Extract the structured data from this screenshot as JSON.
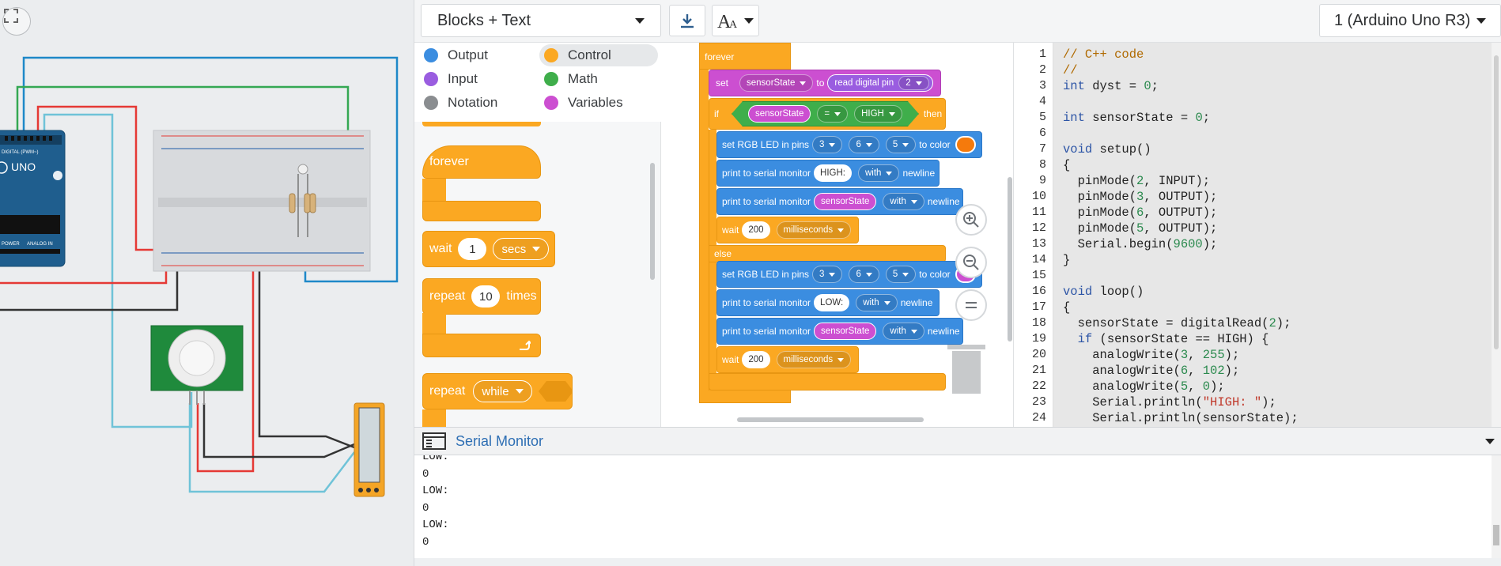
{
  "header": {
    "mode_label": "Blocks + Text",
    "device_label": "1 (Arduino Uno R3)"
  },
  "categories": [
    {
      "label": "Output",
      "color": "#3b8de0"
    },
    {
      "label": "Control",
      "color": "#fba822"
    },
    {
      "label": "Input",
      "color": "#9a5de0"
    },
    {
      "label": "Math",
      "color": "#3fae4b"
    },
    {
      "label": "Notation",
      "color": "#8a8d90"
    },
    {
      "label": "Variables",
      "color": "#cc4fd1"
    }
  ],
  "palette": {
    "forever": "forever",
    "wait": {
      "label": "wait",
      "value": "1",
      "unit": "secs"
    },
    "repeat": {
      "label": "repeat",
      "value": "10",
      "suffix": "times"
    },
    "repeat_while": {
      "label": "repeat",
      "mode": "while"
    }
  },
  "script": {
    "forever": "forever",
    "set": {
      "label": "set",
      "var": "sensorState",
      "to": "to",
      "read": "read digital pin",
      "pin": "2"
    },
    "if": {
      "label": "if",
      "var": "sensorState",
      "op": "=",
      "value": "HIGH",
      "then": "then"
    },
    "else_label": "else",
    "then_branch": {
      "rgb": {
        "label": "set RGB LED in pins",
        "p1": "3",
        "p2": "6",
        "p3": "5",
        "to_color": "to color"
      },
      "print1": {
        "label": "print to serial monitor",
        "text": "HIGH:",
        "with": "with",
        "newline": "newline"
      },
      "print2": {
        "label": "print to serial monitor",
        "var": "sensorState",
        "with": "with",
        "newline": "newline"
      },
      "wait": {
        "label": "wait",
        "value": "200",
        "unit": "milliseconds"
      }
    },
    "else_branch": {
      "rgb": {
        "label": "set RGB LED in pins",
        "p1": "3",
        "p2": "6",
        "p3": "5",
        "to_color": "to color"
      },
      "print1": {
        "label": "print to serial monitor",
        "text": "LOW:",
        "with": "with",
        "newline": "newline"
      },
      "print2": {
        "label": "print to serial monitor",
        "var": "sensorState",
        "with": "with",
        "newline": "newline"
      },
      "wait": {
        "label": "wait",
        "value": "200",
        "unit": "milliseconds"
      }
    }
  },
  "code": {
    "line_numbers": [
      "1",
      "2",
      "3",
      "4",
      "5",
      "6",
      "7",
      "8",
      "9",
      "10",
      "11",
      "12",
      "13",
      "14",
      "15",
      "16",
      "17",
      "18",
      "19",
      "20",
      "21",
      "22",
      "23",
      "24"
    ],
    "lines": [
      "// C++ code",
      "//",
      "int dyst = 0;",
      "",
      "int sensorState = 0;",
      "",
      "void setup()",
      "{",
      "  pinMode(2, INPUT);",
      "  pinMode(3, OUTPUT);",
      "  pinMode(6, OUTPUT);",
      "  pinMode(5, OUTPUT);",
      "  Serial.begin(9600);",
      "}",
      "",
      "void loop()",
      "{",
      "  sensorState = digitalRead(2);",
      "  if (sensorState == HIGH) {",
      "    analogWrite(3, 255);",
      "    analogWrite(6, 102);",
      "    analogWrite(5, 0);",
      "    Serial.println(\"HIGH: \");",
      "    Serial.println(sensorState);"
    ]
  },
  "serial": {
    "title": "Serial Monitor",
    "lines": [
      "LOW:",
      "0",
      "LOW:",
      "0",
      "LOW:",
      "0"
    ]
  },
  "circuit": {
    "board_label": "UNO",
    "board_header": "DIGITAL (PWM~)",
    "power_label": "POWER",
    "analog_label": "ANALOG IN"
  }
}
